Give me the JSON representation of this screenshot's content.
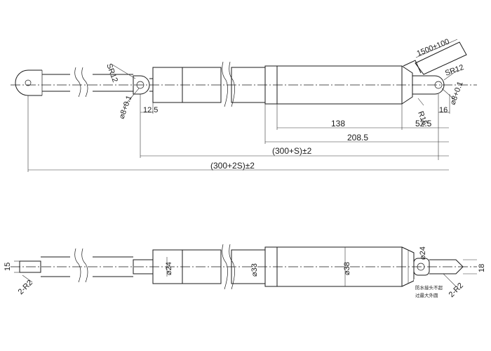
{
  "drawing": {
    "top_view": {
      "cable_length": "1500±100",
      "sr12_left": "SR12",
      "sr12_right": "SR12",
      "hole_left": "⌀8+0.1",
      "hole_right": "⌀8+0.1",
      "r15": "R15",
      "dim_12_5": "12.5",
      "dim_16": "16",
      "dim_138": "138",
      "dim_52_5": "52.5",
      "dim_208_5": "208.5",
      "dim_300s": "(300+S)±2",
      "dim_300_2s": "(300+2S)±2"
    },
    "side_view": {
      "dim_15": "15",
      "dia_24_rod": "⌀24",
      "dia_33": "⌀33",
      "dia_38": "⌀38",
      "dia_24_cap": "⌀24",
      "dim_18": "18",
      "chamfer_left": "2-R2",
      "chamfer_right": "2-R2",
      "note_line1": "防水接头不超",
      "note_line2": "过最大外圆"
    }
  }
}
